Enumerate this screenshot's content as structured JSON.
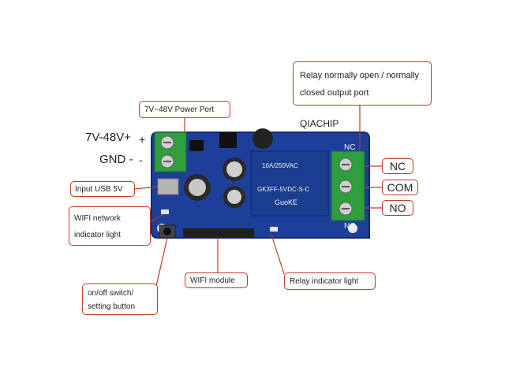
{
  "callouts": {
    "relay_port_line1": "Relay normally open / normally",
    "relay_port_line2": "closed output port",
    "power_port": "7V~48V Power Port",
    "input_usb": "Input USB 5V",
    "wifi_indicator_line1": "WIFI network",
    "wifi_indicator_line2": "indicator light",
    "switch_line1": "on/off switch/",
    "switch_line2": "setting button",
    "wifi_module": "WIFI module",
    "relay_indicator": "Relay indicator light"
  },
  "terminals_left": {
    "vplus": "7V-48V+",
    "gnd": "GND -"
  },
  "terminals_right": {
    "nc": "NC",
    "com": "COM",
    "no": "NO"
  },
  "board": {
    "brand": "QIACHIP",
    "nc_mark": "NC",
    "no_mark": "NO",
    "relay_model": "GK3FF-5VDC-S-C",
    "relay_brand": "GuoKE",
    "relay_rating": "10A/250VAC"
  },
  "colors": {
    "pcb": "#1d3f9a",
    "callout_border": "#c0392b",
    "terminal": "#2e9e3e",
    "relay": "#1a3d8f"
  }
}
